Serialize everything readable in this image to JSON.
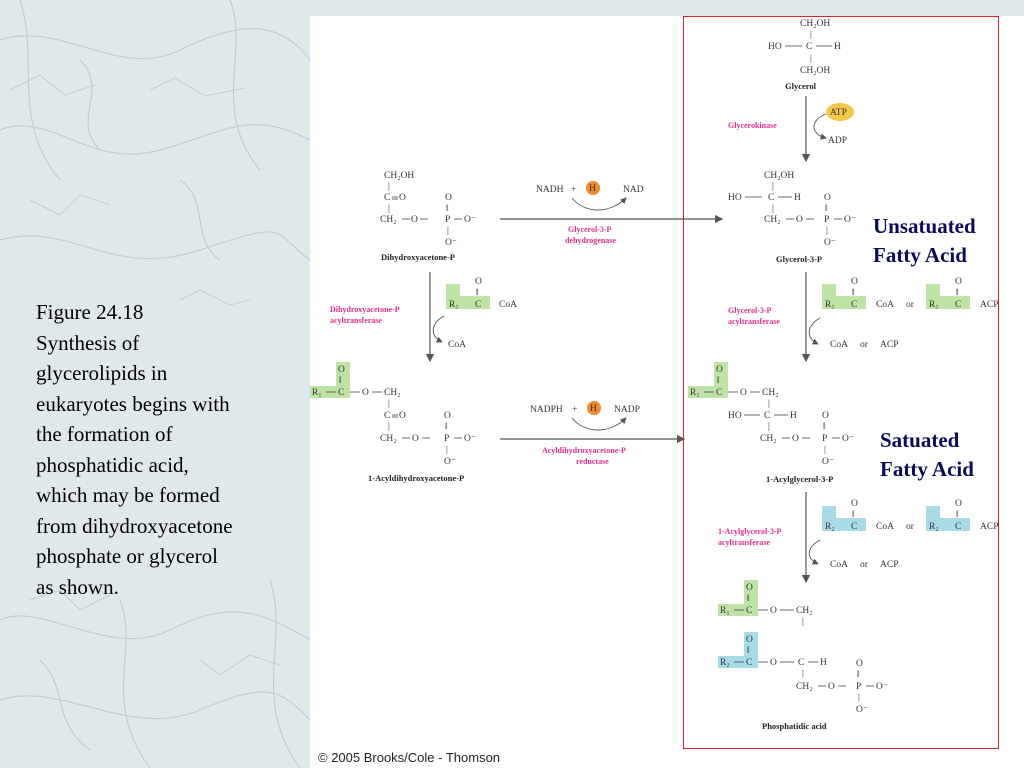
{
  "caption": {
    "lines": [
      "Figure 24.18",
      "Synthesis of",
      "glycerolipids in",
      "eukaryotes begins with",
      "the formation of",
      "phosphatidic acid,",
      "which may be formed",
      "from dihydroxyacetone",
      "phosphate or glycerol",
      "as shown."
    ]
  },
  "annotations": {
    "unsaturated": [
      "Unsatuated",
      "Fatty Acid"
    ],
    "saturated": [
      "Satuated",
      "Fatty Acid"
    ]
  },
  "copyright": "© 2005 Brooks/Cole - Thomson",
  "diagram": {
    "compounds": {
      "glycerol": "Glycerol",
      "dhap": "Dihydroxyacetone-P",
      "glycerol3p": "Glycerol-3-P",
      "acyl_dhap": "1-Acyldihydroxyacetone-P",
      "acylglycerol3p": "1-Acylglycerol-3-P",
      "phosphatidic": "Phosphatidic acid"
    },
    "enzymes": {
      "glycerokinase": "Glycerokinase",
      "g3p_dh": [
        "Glycerol-3-P",
        "dehydrogenase"
      ],
      "dhap_at": [
        "Dihydroxyacetone-P",
        "acyltransferase"
      ],
      "g3p_at": [
        "Glycerol-3-P",
        "acyltransferase"
      ],
      "adhap_red": [
        "Acyldihydroxyacetone-P",
        "reductase"
      ],
      "ag3p_at": [
        "1-Acylglycerol-3-P",
        "acyltransferase"
      ]
    },
    "cofactors": {
      "atp": "ATP",
      "adp": "ADP",
      "nadh": "NADH",
      "nad": "NAD",
      "nadph": "NADPH",
      "nadp": "NADP",
      "h": "H",
      "plus": "+",
      "coa": "CoA",
      "acp": "ACP",
      "or": "or"
    },
    "chem": {
      "ch2oh": "CH₂OH",
      "ho": "HO",
      "c": "C",
      "h": "H",
      "o": "O",
      "p": "P",
      "ch2": "CH₂",
      "r1": "R₁",
      "r2": "R₂",
      "om": "O⁻",
      "dbl": "‖",
      "bar": "|"
    },
    "colors": {
      "enzyme": "#e0308c",
      "unsat_box": "#bfe3a6",
      "sat_box": "#a9dbe6",
      "atp_circle": "#f6c84a",
      "h_circle": "#f08a2a",
      "red_box": "#e0202a"
    }
  }
}
